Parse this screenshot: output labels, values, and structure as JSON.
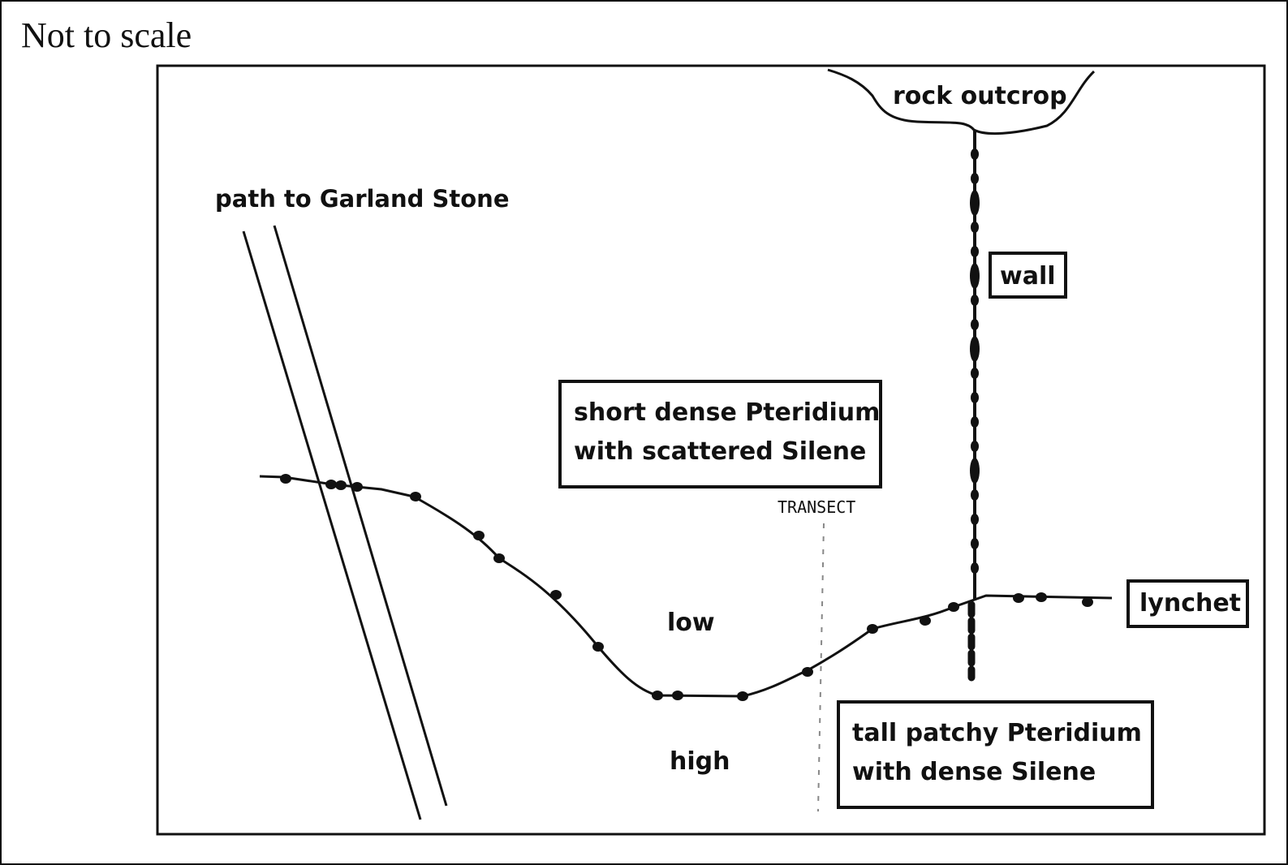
{
  "header": {
    "note": "Not to scale"
  },
  "labels": {
    "rock_outcrop": "rock outcrop",
    "path": "path to Garland Stone",
    "wall": "wall",
    "lynchet": "lynchet",
    "transect": "TRANSECT",
    "low": "low",
    "high": "high",
    "upper_zone": [
      "short dense Pteridium",
      "with scattered Silene"
    ],
    "lower_zone": [
      "tall patchy Pteridium",
      "with dense Silene"
    ]
  },
  "colors": {
    "ink": "#111111",
    "paper": "#ffffff",
    "transect": "#888888"
  }
}
